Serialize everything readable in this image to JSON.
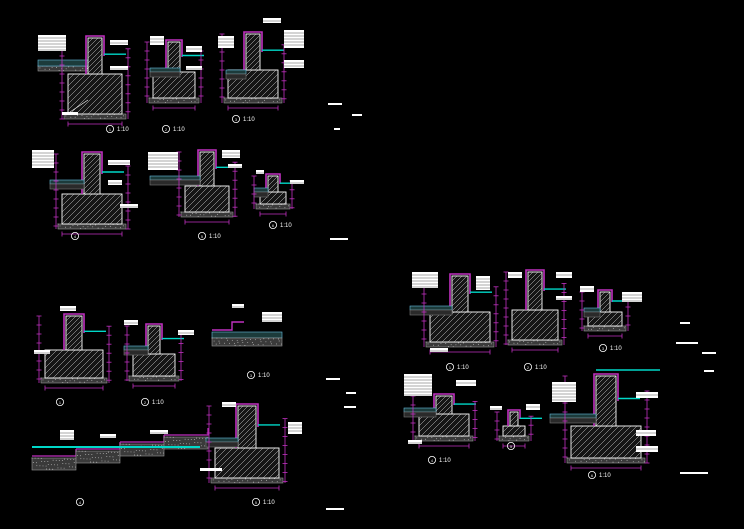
{
  "drawing": {
    "background": "#000000",
    "colors": {
      "dimension": "#c030c0",
      "wall_outline": "#ffffff",
      "finish_line": "#00d8c8",
      "fill_gray": "#8a8a8a",
      "label_block": "#ffffff"
    },
    "sheets": [
      {
        "details": [
          {
            "number": "1",
            "scale": "1:10"
          },
          {
            "number": "2",
            "scale": "1:10"
          },
          {
            "number": "3",
            "scale": "1:10"
          },
          {
            "number": "4",
            "scale": ""
          },
          {
            "number": "5",
            "scale": "1:10"
          },
          {
            "number": "6",
            "scale": "1:10"
          }
        ]
      },
      {
        "details": [
          {
            "number": "1",
            "scale": ""
          },
          {
            "number": "2",
            "scale": "1:10"
          },
          {
            "number": "3",
            "scale": "1:10"
          },
          {
            "number": "4",
            "scale": ""
          },
          {
            "number": "5",
            "scale": "1:10"
          }
        ]
      },
      {
        "details": [
          {
            "number": "1",
            "scale": "1:10"
          },
          {
            "number": "2",
            "scale": "1:10"
          },
          {
            "number": "3",
            "scale": "1:10"
          },
          {
            "number": "4",
            "scale": "1:10"
          },
          {
            "number": "5",
            "scale": ""
          },
          {
            "number": "6",
            "scale": "1:10"
          }
        ]
      }
    ]
  }
}
